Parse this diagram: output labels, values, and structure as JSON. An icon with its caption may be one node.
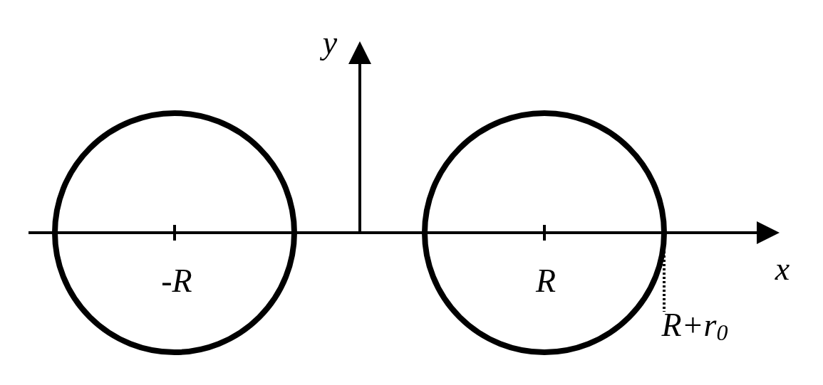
{
  "diagram": {
    "labels": [
      "y",
      "-R",
      "R",
      "x",
      "R+r$_{0}$"
    ]
  }
}
